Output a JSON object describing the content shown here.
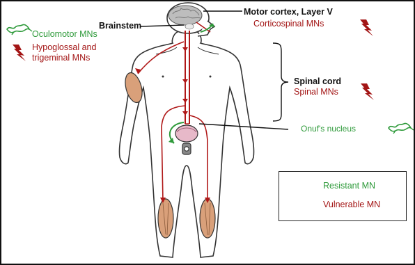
{
  "labels": {
    "brainstem": "Brainstem",
    "oculomotor": "Oculomotor MNs",
    "hypoglossal_line1": "Hypoglossal and",
    "hypoglossal_line2": "trigeminal MNs",
    "motor_cortex": "Motor cortex, Layer V",
    "corticospinal": "Corticospinal MNs",
    "spinal_cord": "Spinal cord",
    "spinal_mns": "Spinal MNs",
    "onufs": "Onuf's nucleus"
  },
  "legend": {
    "resistant": "Resistant MN",
    "vulnerable": "Vulnerable MN"
  },
  "colors": {
    "resistant": "#2e9a3a",
    "vulnerable": "#a31515",
    "neuron_line": "#b01818",
    "muscle": "#d9a07a",
    "skin": "#ffffff",
    "outline": "#333333"
  },
  "icons": {
    "resistant": "green-neuron-icon",
    "vulnerable": "red-lightning-icon"
  }
}
